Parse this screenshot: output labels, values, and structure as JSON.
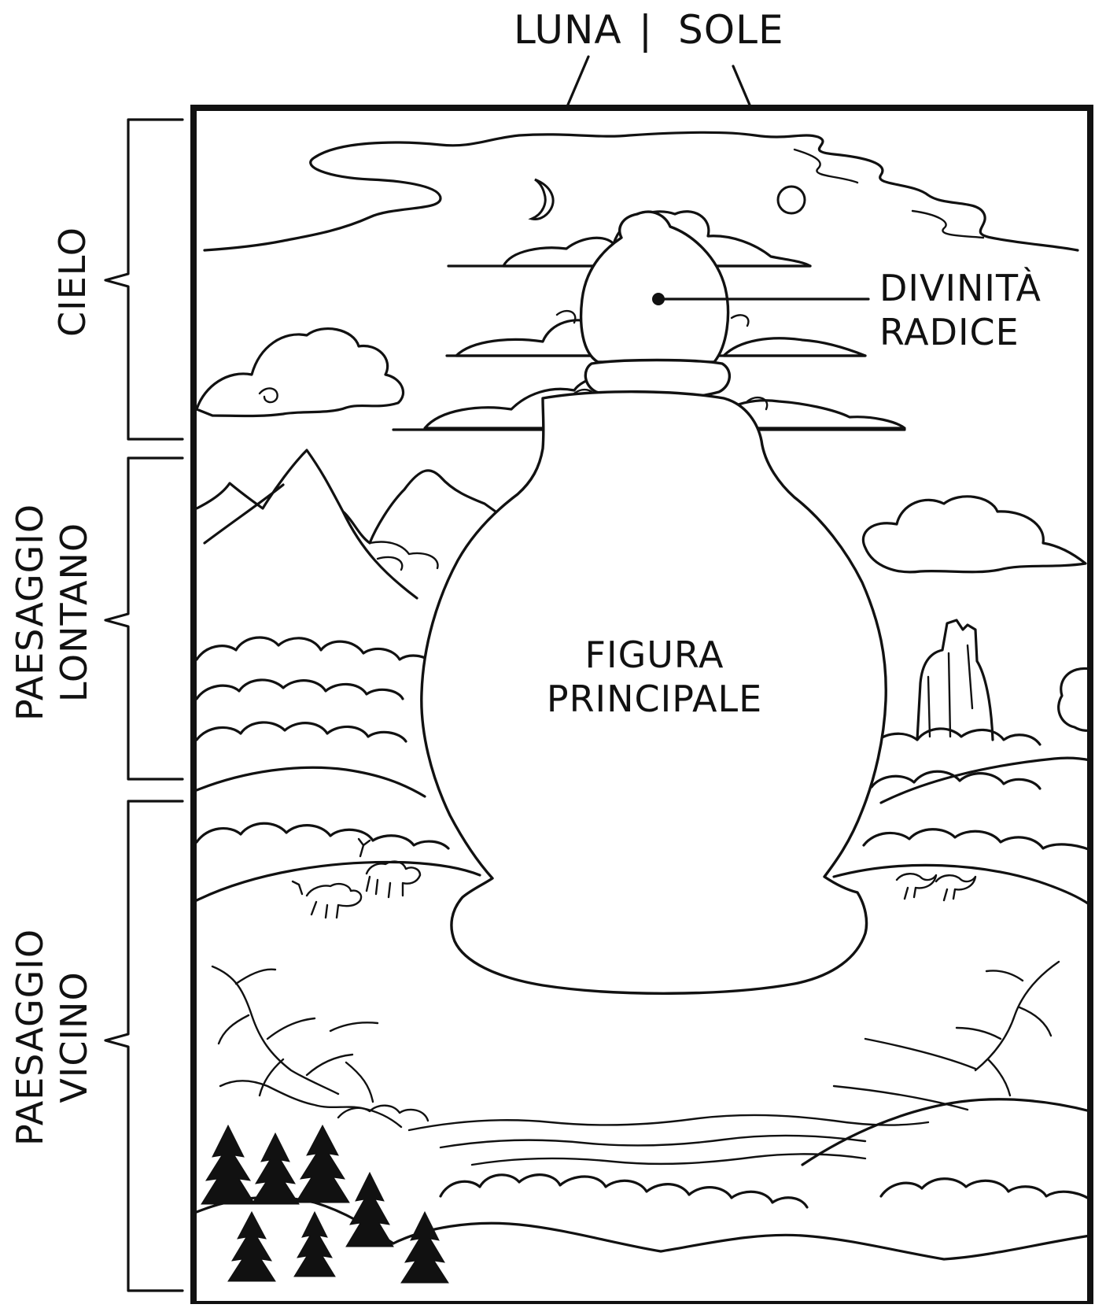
{
  "labels": {
    "moon": "LUNA",
    "separator": "|",
    "sun": "SOLE",
    "root_deity_line1": "DIVINITÀ",
    "root_deity_line2": "RADICE",
    "main_figure_line1": "FIGURA",
    "main_figure_line2": "PRINCIPALE",
    "sky": "CIELO",
    "far_landscape_line1": "PAESAGGIO",
    "far_landscape_line2": "LONTANO",
    "near_landscape_line1": "PAESAGGIO",
    "near_landscape_line2": "VICINO"
  },
  "colors": {
    "ink": "#111111",
    "paper": "#ffffff"
  }
}
